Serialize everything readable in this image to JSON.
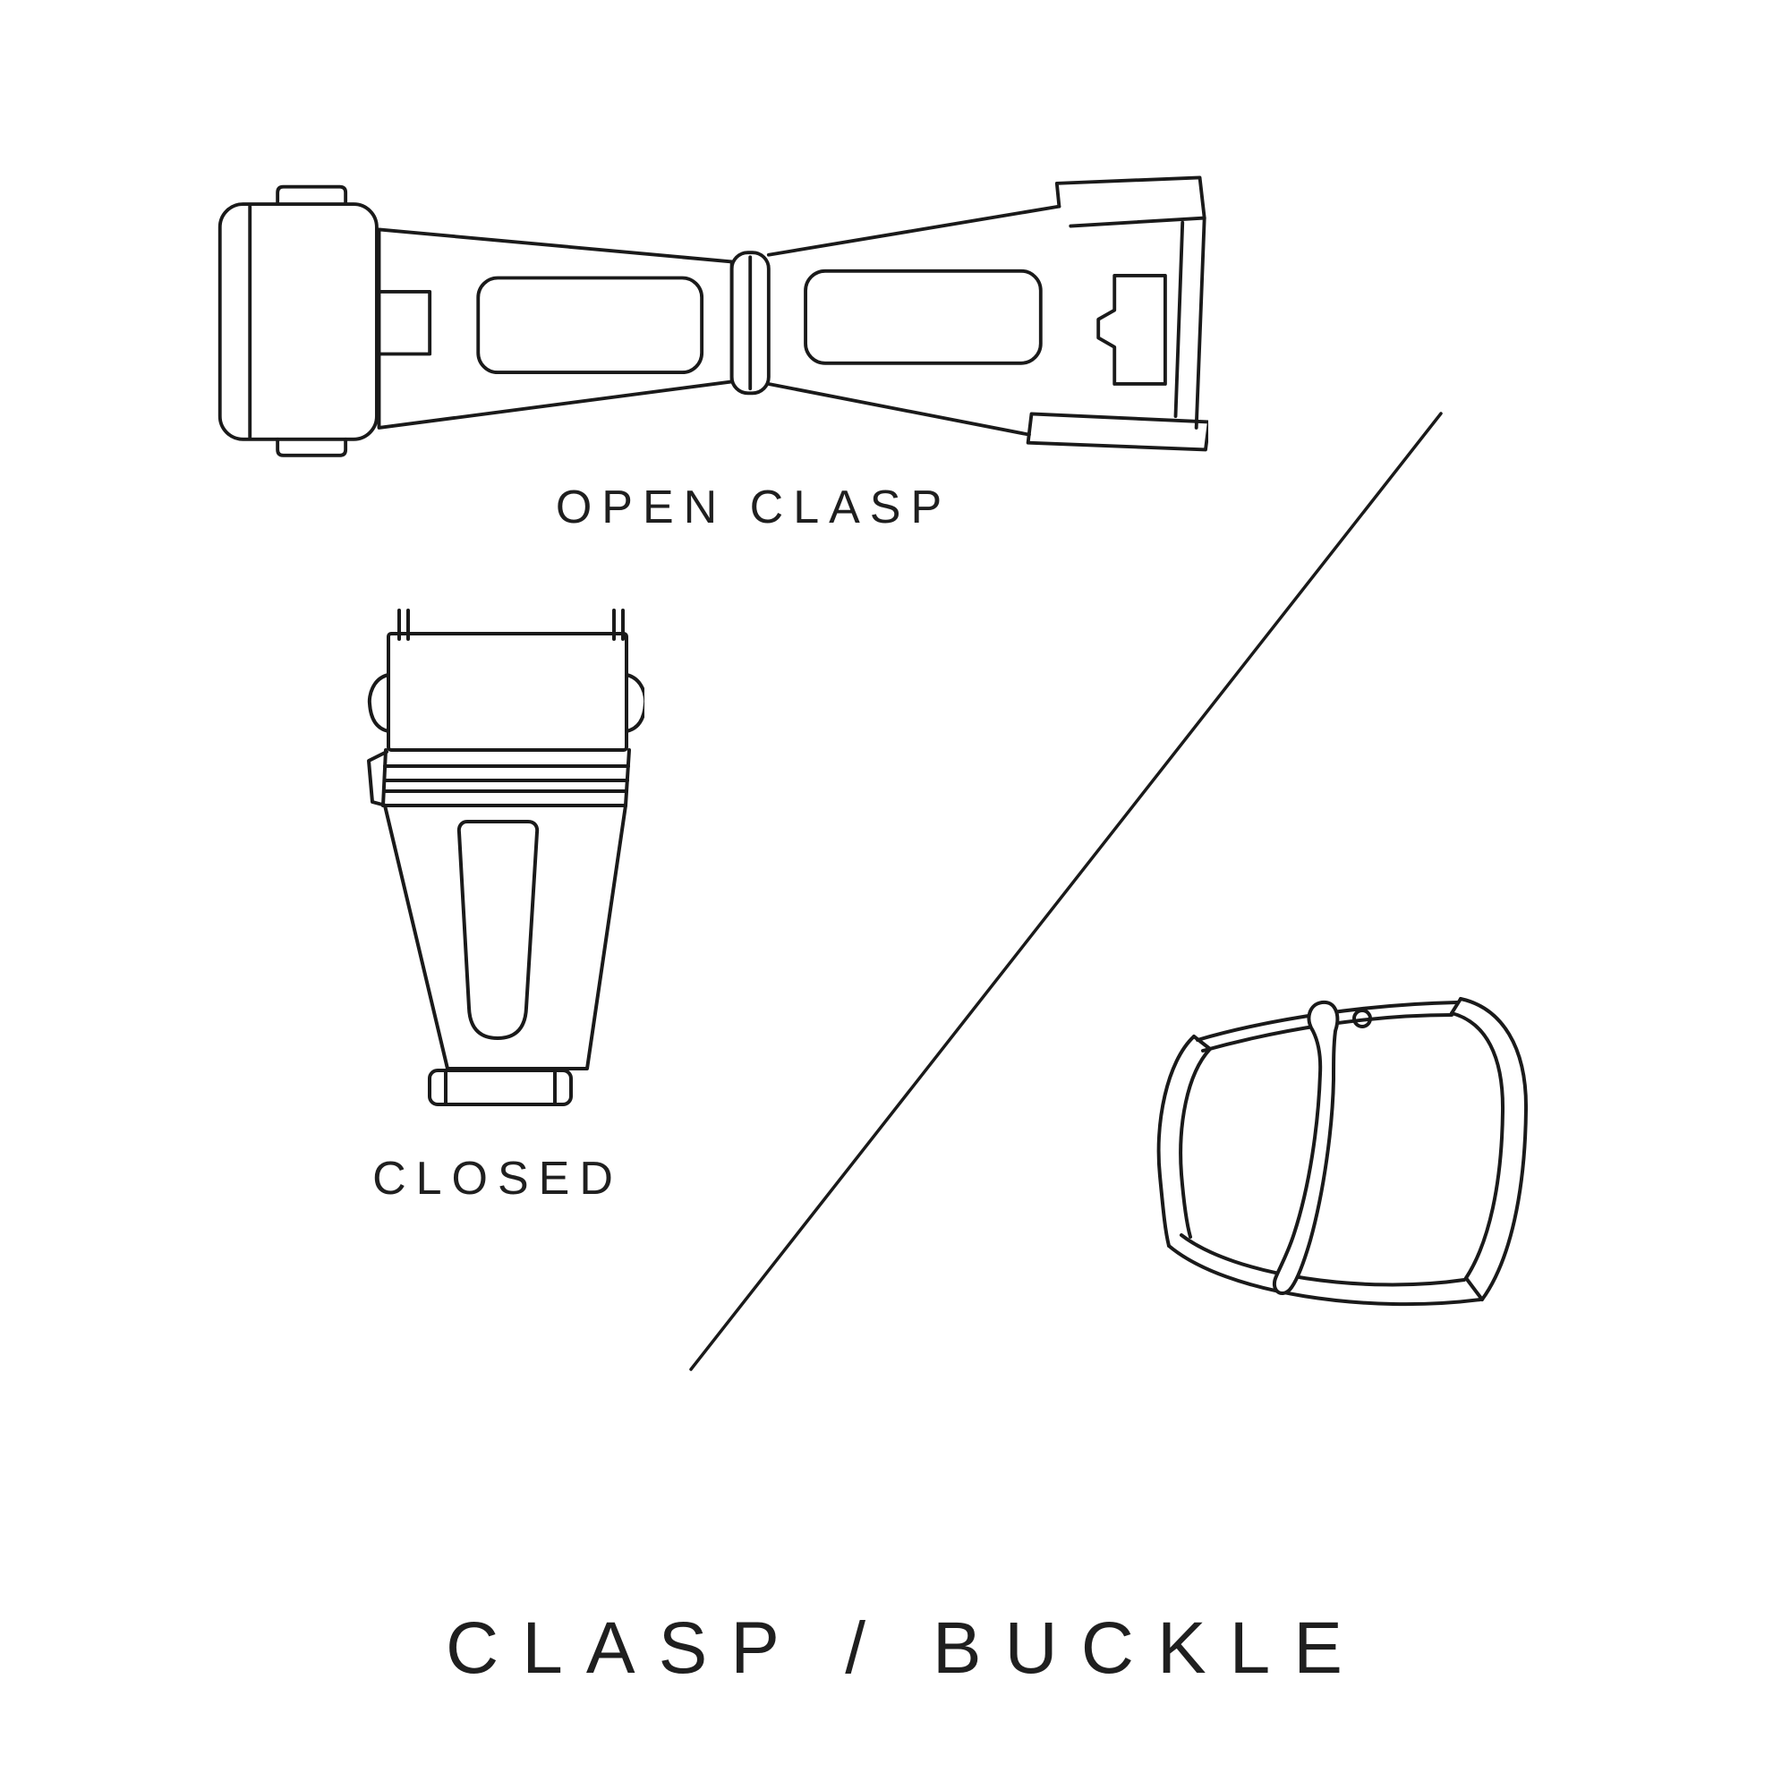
{
  "colors": {
    "background": "#ffffff",
    "line": "#1a1a1a",
    "text": "#1f1f1f"
  },
  "labels": {
    "open_clasp": "OPEN CLASP",
    "closed": "CLOSED",
    "title": "CLASP / BUCKLE"
  },
  "illustrations": {
    "open_clasp": "open-clasp-drawing",
    "closed_clasp": "closed-clasp-drawing",
    "buckle": "tang-buckle-drawing",
    "divider": "diagonal-divider-line"
  }
}
